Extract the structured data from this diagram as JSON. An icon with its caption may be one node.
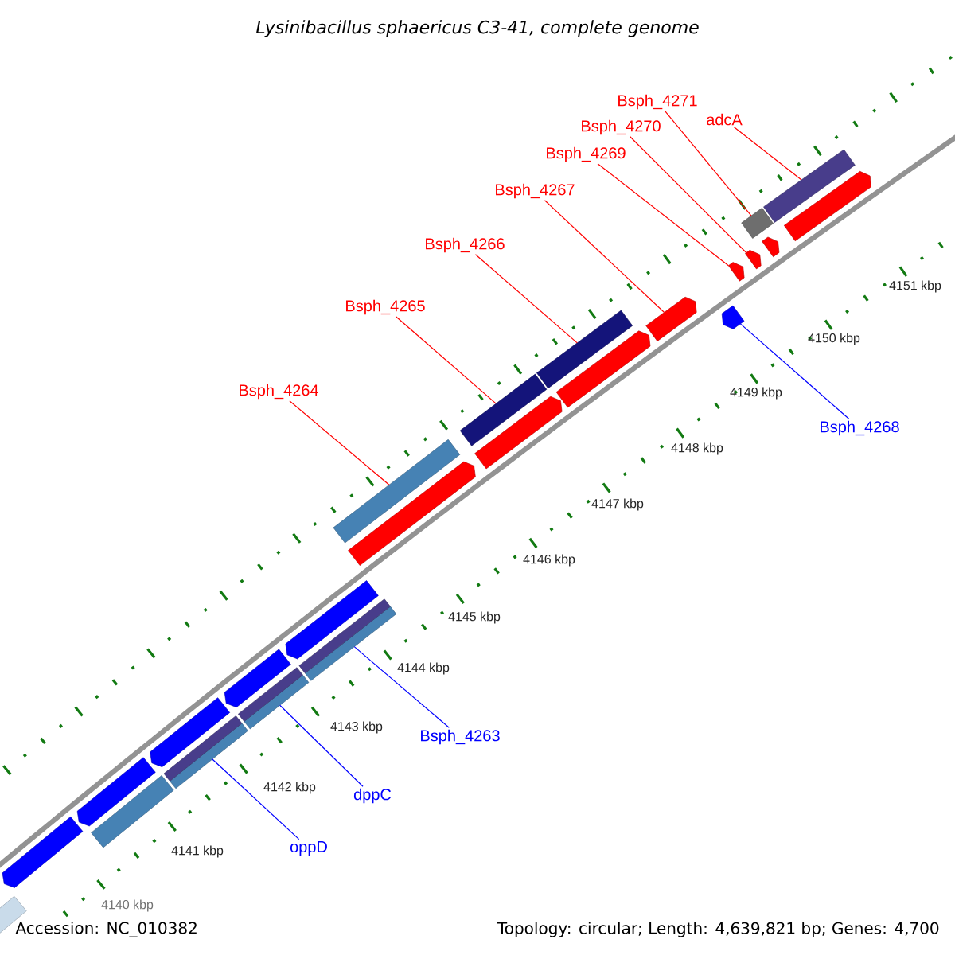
{
  "diagram": {
    "title": "Lysinibacillus sphaericus C3-41, complete genome",
    "nodes": [
      {
        "text": [
          "adcA"
        ]
      },
      {
        "text": [
          "Bsph_4271"
        ]
      },
      {
        "text": [
          "Bsph_4270"
        ]
      },
      {
        "text": [
          "Bsph_4269"
        ]
      },
      {
        "text": [
          "Bsph_4267"
        ]
      },
      {
        "text": [
          "Bsph_4266"
        ]
      },
      {
        "text": [
          "Bsph_4265"
        ]
      },
      {
        "text": [
          "Bsph_4264"
        ]
      },
      {
        "text": [
          "Bsph_4268"
        ]
      },
      {
        "text": [
          "Bsph_4263"
        ]
      },
      {
        "text": [
          "dppC"
        ]
      },
      {
        "text": [
          "oppD"
        ]
      },
      {
        "text": [],
        "shape": "bar"
      },
      {
        "text": [],
        "shape": "bar"
      },
      {
        "text": [],
        "shape": "arrow"
      },
      {
        "text": [],
        "shape": "arrow"
      },
      {
        "text": [],
        "shape": "arrow"
      },
      {
        "text": [],
        "shape": "bar"
      },
      {
        "text": [],
        "shape": "bar"
      },
      {
        "text": [],
        "shape": "bar"
      },
      {
        "text": [],
        "shape": "arrow"
      },
      {
        "text": [],
        "shape": "bar"
      },
      {
        "text": [],
        "shape": "bar"
      },
      {
        "text": [],
        "shape": "bar"
      },
      {
        "text": [],
        "shape": "arrow"
      },
      {
        "text": [],
        "shape": "arrow"
      },
      {
        "text": [],
        "shape": "arrow"
      },
      {
        "text": [],
        "shape": "arrow"
      },
      {
        "text": [],
        "shape": "arrow"
      },
      {
        "text": [],
        "shape": "arrow"
      },
      {
        "text": [],
        "shape": "arrow"
      },
      {
        "text": [],
        "shape": "arrow"
      },
      {
        "text": [],
        "shape": "arrow"
      },
      {
        "text": [],
        "shape": "arrow"
      },
      {
        "text": [],
        "shape": "bar"
      },
      {
        "text": [],
        "shape": "bar"
      },
      {
        "text": [],
        "shape": "bar"
      },
      {
        "text": [],
        "shape": "bar"
      },
      {
        "text": [],
        "shape": "bar"
      }
    ],
    "edges": [
      {
        "from": 0,
        "to": 12,
        "arrow": "none"
      },
      {
        "from": 1,
        "to": 13,
        "arrow": "none"
      },
      {
        "from": 2,
        "to": 14,
        "arrow": "none"
      },
      {
        "from": 3,
        "to": 15,
        "arrow": "none"
      },
      {
        "from": 4,
        "to": 16,
        "arrow": "none"
      },
      {
        "from": 5,
        "to": 17,
        "arrow": "none"
      },
      {
        "from": 6,
        "to": 18,
        "arrow": "none"
      },
      {
        "from": 7,
        "to": 19,
        "arrow": "none"
      },
      {
        "from": 8,
        "to": 20,
        "arrow": "none",
        "color": "#0000ff"
      },
      {
        "from": 9,
        "to": 21,
        "arrow": "none",
        "color": "#0000ff"
      },
      {
        "from": 10,
        "to": 22,
        "arrow": "none",
        "color": "#0000ff"
      },
      {
        "from": 11,
        "to": 23,
        "arrow": "none",
        "color": "#0000ff"
      }
    ],
    "labels": [
      "4151 kbp",
      "4150 kbp",
      "4149 kbp",
      "4148 kbp",
      "4147 kbp",
      "4146 kbp",
      "4145 kbp",
      "4144 kbp",
      "4143 kbp",
      "4142 kbp",
      "4141 kbp",
      "4140 kbp",
      "Accession: NC_010382",
      "Topology: circular; Length: 4,639,821 bp; Genes: 4,700"
    ]
  }
}
